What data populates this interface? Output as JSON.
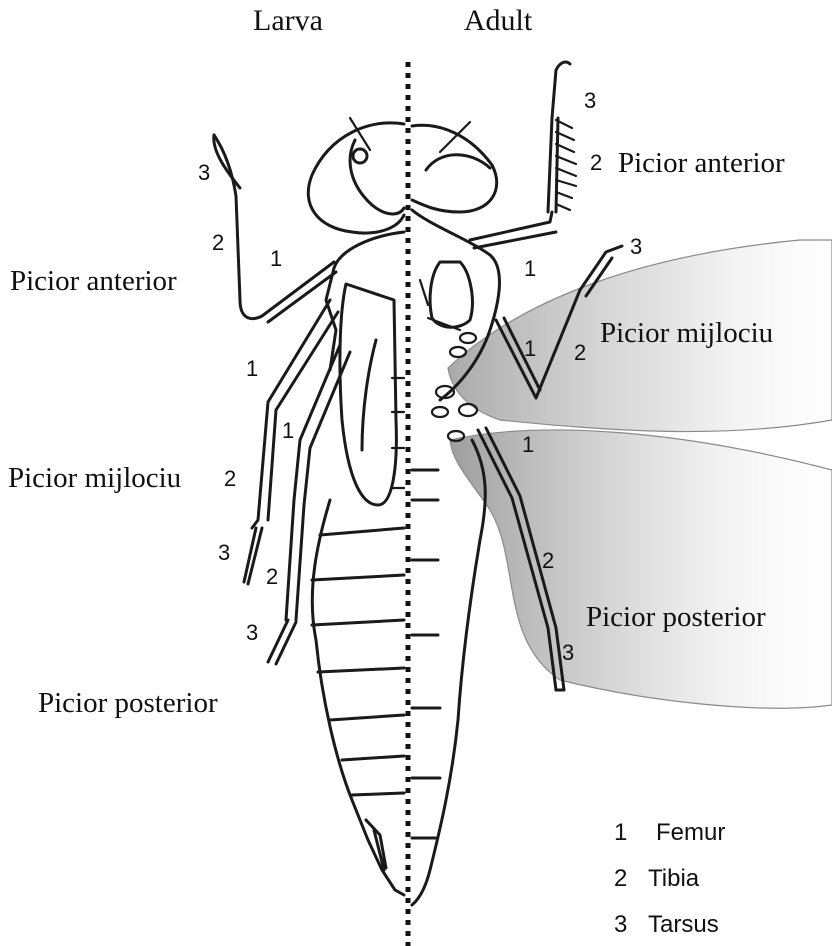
{
  "headings": {
    "larva": "Larva",
    "adult": "Adult"
  },
  "larva_labels": {
    "front_leg": "Picior anterior",
    "middle_leg": "Picior mijlociu",
    "hind_leg": "Picior posterior"
  },
  "adult_labels": {
    "front_leg": "Picior anterior",
    "middle_leg": "Picior mijlociu",
    "hind_leg": "Picior posterior"
  },
  "segment_numbers": {
    "femur": "1",
    "tibia": "2",
    "tarsus": "3"
  },
  "legend": [
    {
      "number": "1",
      "label": "Femur"
    },
    {
      "number": "2",
      "label": "Tibia"
    },
    {
      "number": "3",
      "label": "Tarsus"
    }
  ]
}
